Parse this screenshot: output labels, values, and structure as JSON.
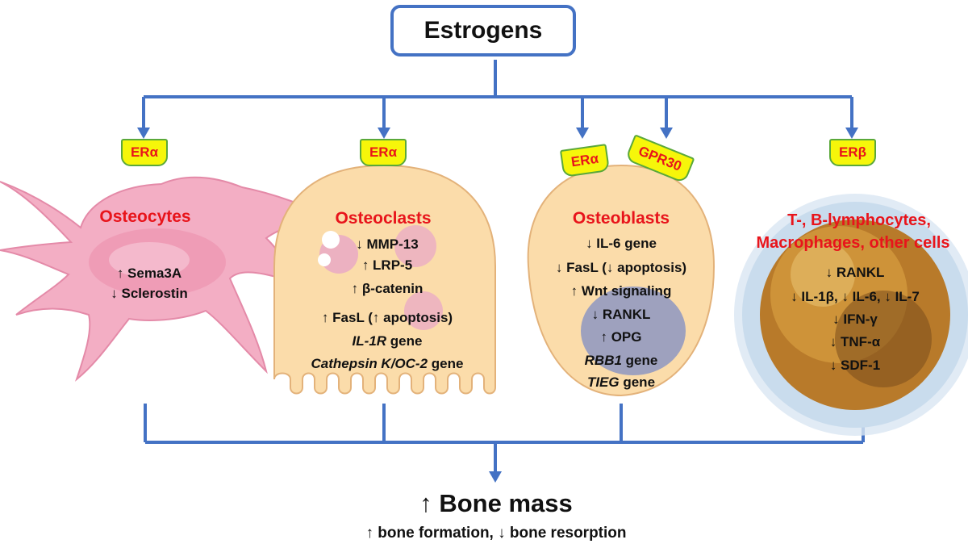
{
  "title": "Estrogens",
  "receptors": {
    "osteocytes": "ERα",
    "osteoclasts": "ERα",
    "osteoblasts_1": "ERα",
    "osteoblasts_2": "GPR30",
    "immune": "ERβ"
  },
  "cells": {
    "osteocytes": {
      "name": "Osteocytes",
      "effects": [
        "↑ Sema3A",
        "↓ Sclerostin"
      ]
    },
    "osteoclasts": {
      "name": "Osteoclasts",
      "effects": [
        "↓ MMP-13",
        "↑ LRP-5",
        "↑ β-catenin",
        "↑ FasL (↑ apoptosis)"
      ],
      "genes": [
        {
          "italic": "IL-1R",
          "rest": " gene"
        },
        {
          "italic": "Cathepsin K/OC-2",
          "rest": " gene"
        }
      ]
    },
    "osteoblasts": {
      "name": "Osteoblasts",
      "effects": [
        "↓ IL-6 gene",
        "↓ FasL (↓ apoptosis)",
        "↑ Wnt signaling",
        "↓ RANKL",
        "↑ OPG"
      ],
      "genes": [
        {
          "italic": "RBB1",
          "rest": " gene"
        },
        {
          "italic": "TIEG",
          "rest": " gene"
        }
      ]
    },
    "immune": {
      "name_line1": "T-, B-lymphocytes,",
      "name_line2": "Macrophages, other cells",
      "effects": [
        "↓ RANKL",
        "↓ IL-1β, ↓ IL-6, ↓ IL-7",
        "↓ IFN-γ",
        "↓ TNF-α",
        "↓ SDF-1"
      ]
    }
  },
  "outcome": {
    "main": "↑ Bone mass",
    "sub": "↑ bone formation, ↓ bone resorption"
  },
  "colors": {
    "connector": "#4472c4",
    "label_red": "#e8141b",
    "receptor_fill": "#f6f60a",
    "receptor_border": "#5aa83a",
    "osteocyte_pink": "#f3aec4",
    "cell_peach": "#fbdcaa",
    "nucleus_blue": "#8d96c2"
  }
}
